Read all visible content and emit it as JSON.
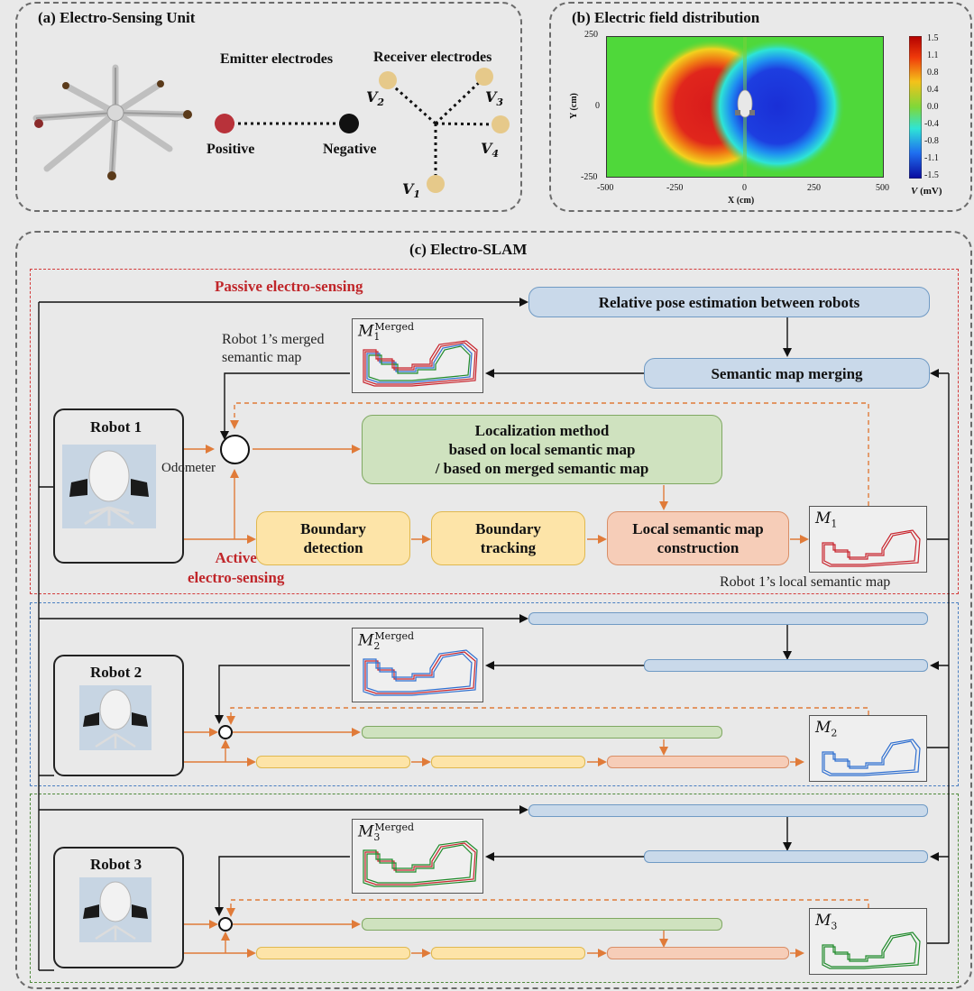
{
  "panel_a": {
    "title": "(a) Electro-Sensing Unit",
    "emitter_label": "Emitter electrodes",
    "receiver_label": "Receiver electrodes",
    "positive_label": "Positive",
    "negative_label": "Negative",
    "v1": "V",
    "v1_sub": "1",
    "v2": "V",
    "v2_sub": "2",
    "v3": "V",
    "v3_sub": "3",
    "v4": "V",
    "v4_sub": "4",
    "colors": {
      "positive": "#b8323a",
      "negative": "#111111",
      "receiver": "#e6c98a"
    }
  },
  "panel_b": {
    "title": "(b) Electric field distribution",
    "xlabel": "X (cm)",
    "ylabel": "Y (cm)",
    "x_ticks": [
      "-500",
      "-250",
      "0",
      "250",
      "500"
    ],
    "y_ticks": [
      "250",
      "0",
      "-250"
    ],
    "colorbar_ticks": [
      "1.5",
      "1.1",
      "0.8",
      "0.4",
      "0.0",
      "-0.4",
      "-0.8",
      "-1.1",
      "-1.5"
    ],
    "colorbar_label": "V",
    "colorbar_unit": "(mV)"
  },
  "panel_c": {
    "title": "(c) Electro-SLAM",
    "passive_label": "Passive electro-sensing",
    "active_label_1": "Active",
    "active_label_2": "electro-sensing",
    "odometer_label": "Odometer",
    "pose_box": "Relative pose estimation between robots",
    "merge_box": "Semantic map merging",
    "loc_line1": "Localization method",
    "loc_line2": "based on local semantic  map",
    "loc_line3": "/ based on merged semantic  map",
    "bd_line1": "Boundary",
    "bd_line2": "detection",
    "bt_line1": "Boundary",
    "bt_line2": "tracking",
    "lsm_line1": "Local semantic map",
    "lsm_line2": "construction",
    "merged_caption_1": "Robot 1’s merged",
    "merged_caption_2": "semantic  map",
    "local_caption": "Robot 1’s local semantic  map",
    "robots": [
      {
        "name": "Robot 1",
        "merged_sub": "1",
        "local_sub": "1",
        "color": "#c8232c"
      },
      {
        "name": "Robot 2",
        "merged_sub": "2",
        "local_sub": "2",
        "color": "#2f6fd0"
      },
      {
        "name": "Robot 3",
        "merged_sub": "3",
        "local_sub": "3",
        "color": "#1f8a2a"
      }
    ],
    "map_symbol": "M",
    "merged_sup": "Merged",
    "colors": {
      "arrow": "#e07b39",
      "passive_region": "#d43a3a",
      "robot2_region": "#4a7fc1",
      "robot3_region": "#4f8a3b"
    }
  }
}
